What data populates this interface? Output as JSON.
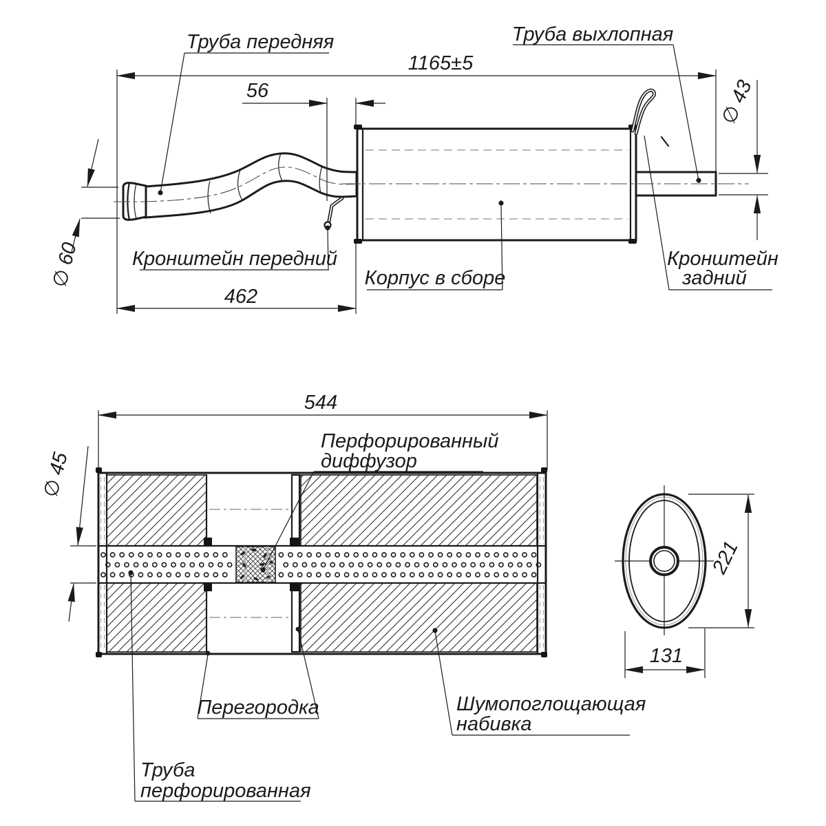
{
  "drawing_type": "exhaust-muffler-technical-drawing",
  "colors": {
    "background": "#ffffff",
    "line": "#1b1b1b",
    "hidden_line": "#8f8f8f"
  },
  "labels": {
    "front_pipe": "Труба передняя",
    "exhaust_pipe": "Труба выхлопная",
    "front_bracket": "Кронштейн передний",
    "rear_bracket_1": "Кронштейн",
    "rear_bracket_2": "задний",
    "body_assembly": "Корпус в сборе",
    "diffuser_1": "Перфорированный",
    "diffuser_2": "диффузор",
    "partition": "Перегородка",
    "padding_1": "Шумопоглощающая",
    "padding_2": "набивка",
    "perf_pipe_1": "Труба",
    "perf_pipe_2": "перфорированная"
  },
  "dimensions": {
    "overall_length": "1165±5",
    "bracket_to_body": "56",
    "front_pipe_length": "462",
    "inlet_diameter": "∅ 60",
    "tail_diameter": "∅ 43",
    "body_length": "544",
    "perf_pipe_diameter": "∅ 45",
    "body_height": "221",
    "body_width": "131"
  }
}
